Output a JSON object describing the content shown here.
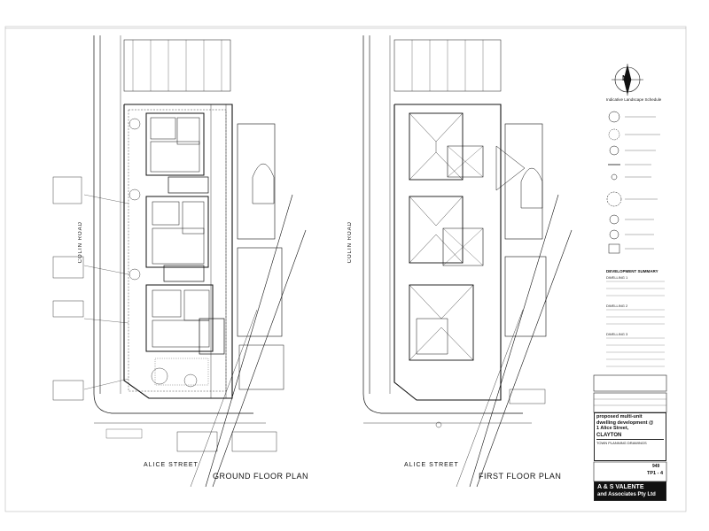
{
  "plans": {
    "ground_title": "GROUND FLOOR PLAN",
    "first_title": "FIRST FLOOR PLAN",
    "street_left": "ALICE STREET",
    "street_right": "ALICE STREET",
    "road_left": "COLIN ROAD",
    "road_right": "COLIN ROAD"
  },
  "legend": {
    "title": "Indicative Landscape Schedule",
    "north": "N"
  },
  "summary": {
    "title": "DEVELOPMENT SUMMARY",
    "rows": [
      "DWELLING 1",
      "DWELLING 2",
      "DWELLING 3"
    ]
  },
  "title_block": {
    "project_line1": "proposed multi-unit",
    "project_line2": "dwelling development @",
    "project_line3": "1 Alice Street,",
    "suburb": "CLAYTON",
    "drawing_type": "TOWN PLANNING DRAWINGS",
    "job_number": "949",
    "sheet_number": "TP1 - 4",
    "firm_line1": "A & S  VALENTE",
    "firm_line2": "and Associates Pty Ltd"
  },
  "colors": {
    "line": "#111111",
    "paper": "#ffffff",
    "firm_bg": "#111111"
  }
}
